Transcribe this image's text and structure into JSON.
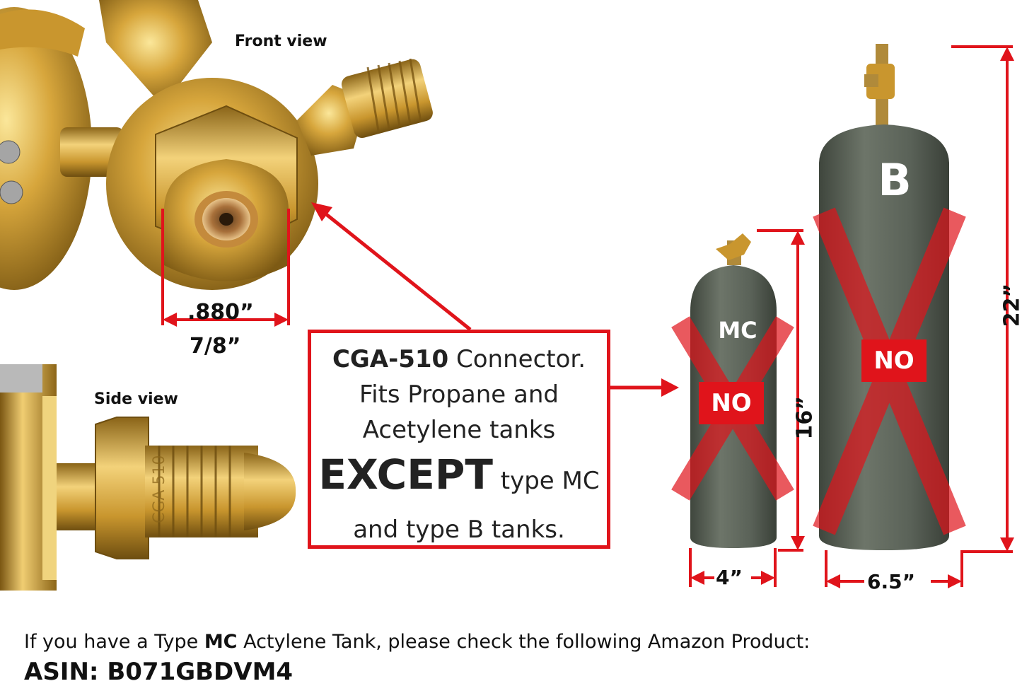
{
  "front_view_label": "Front view",
  "side_view_label": "Side view",
  "connector_dims": {
    "decimal": ".880”",
    "fraction": "7/8”"
  },
  "side_engraving": "CGA 510",
  "callout": {
    "line1_bold": "CGA-510",
    "line1_rest": " Connector.",
    "line2": "Fits Propane and",
    "line3": "Acetylene tanks",
    "line4_big": "EXCEPT",
    "line4_rest": " type MC",
    "line5": "and type B tanks."
  },
  "tank_mc": {
    "letter": "MC",
    "badge": "NO",
    "height": "16”",
    "width": "4”"
  },
  "tank_b": {
    "letter": "B",
    "badge": "NO",
    "height": "22”",
    "width": "6.5”"
  },
  "footer": {
    "pre": "If you have a Type ",
    "bold": "MC",
    "post": " Actylene Tank, please check the following Amazon Product:",
    "asin": "ASIN: B071GBDVM4"
  },
  "colors": {
    "accent_red": "#e0141b",
    "brass": "#c9962e",
    "tank_gray": "#5a6258"
  }
}
